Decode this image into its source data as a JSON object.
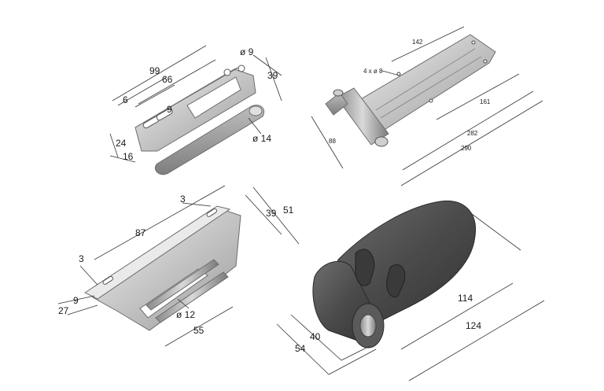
{
  "figure": {
    "hinge_strap": {
      "dims": {
        "d99": "99",
        "d66": "66",
        "d6": "6",
        "d9_slot": "9",
        "dia9": "ø 9",
        "d39": "39",
        "d24": "24",
        "d16": "16",
        "dia14": "ø 14"
      }
    },
    "heavy_hinge": {
      "dims": {
        "d142": "142",
        "holes": "4 x ø 8",
        "d161": "161",
        "d282": "282",
        "d290": "290",
        "d88": "88"
      }
    },
    "hinge_bracket": {
      "dims": {
        "d3_top": "3",
        "d87": "87",
        "d39": "39",
        "d51": "51",
        "d3_left": "3",
        "d9": "9",
        "d27": "27",
        "dia12": "ø 12",
        "d55": "55"
      }
    },
    "rubber_buffer": {
      "dims": {
        "d114": "114",
        "d124": "124",
        "d40": "40",
        "d54": "54"
      }
    }
  }
}
